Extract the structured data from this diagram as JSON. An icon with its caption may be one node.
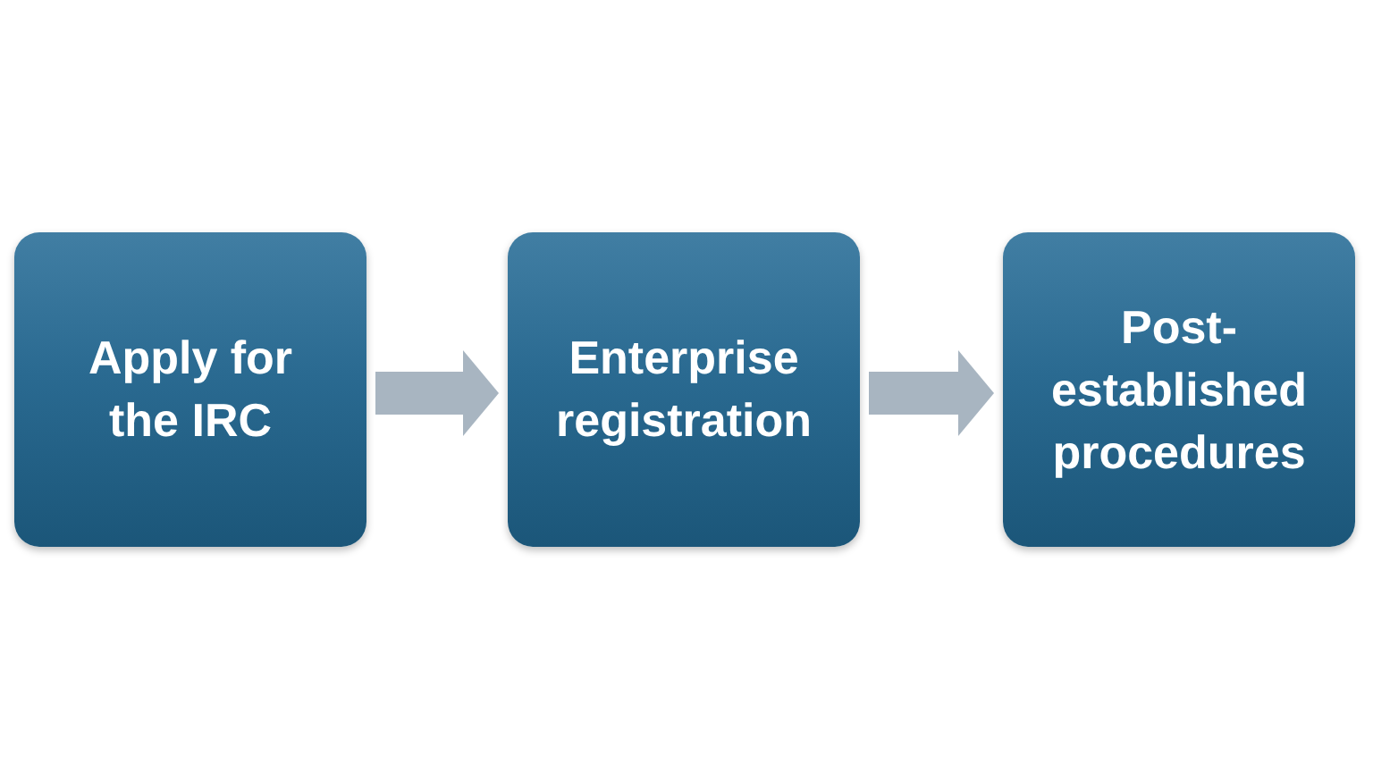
{
  "diagram": {
    "nodes": [
      {
        "text": [
          "Apply for the IRC"
        ]
      },
      {
        "text": [
          "Enterprise registration"
        ]
      },
      {
        "text": [
          "Post- established procedures"
        ]
      }
    ],
    "edges": [
      {
        "from": 0,
        "to": 1,
        "arrow": "to"
      },
      {
        "from": 1,
        "to": 2,
        "arrow": "to"
      }
    ]
  }
}
